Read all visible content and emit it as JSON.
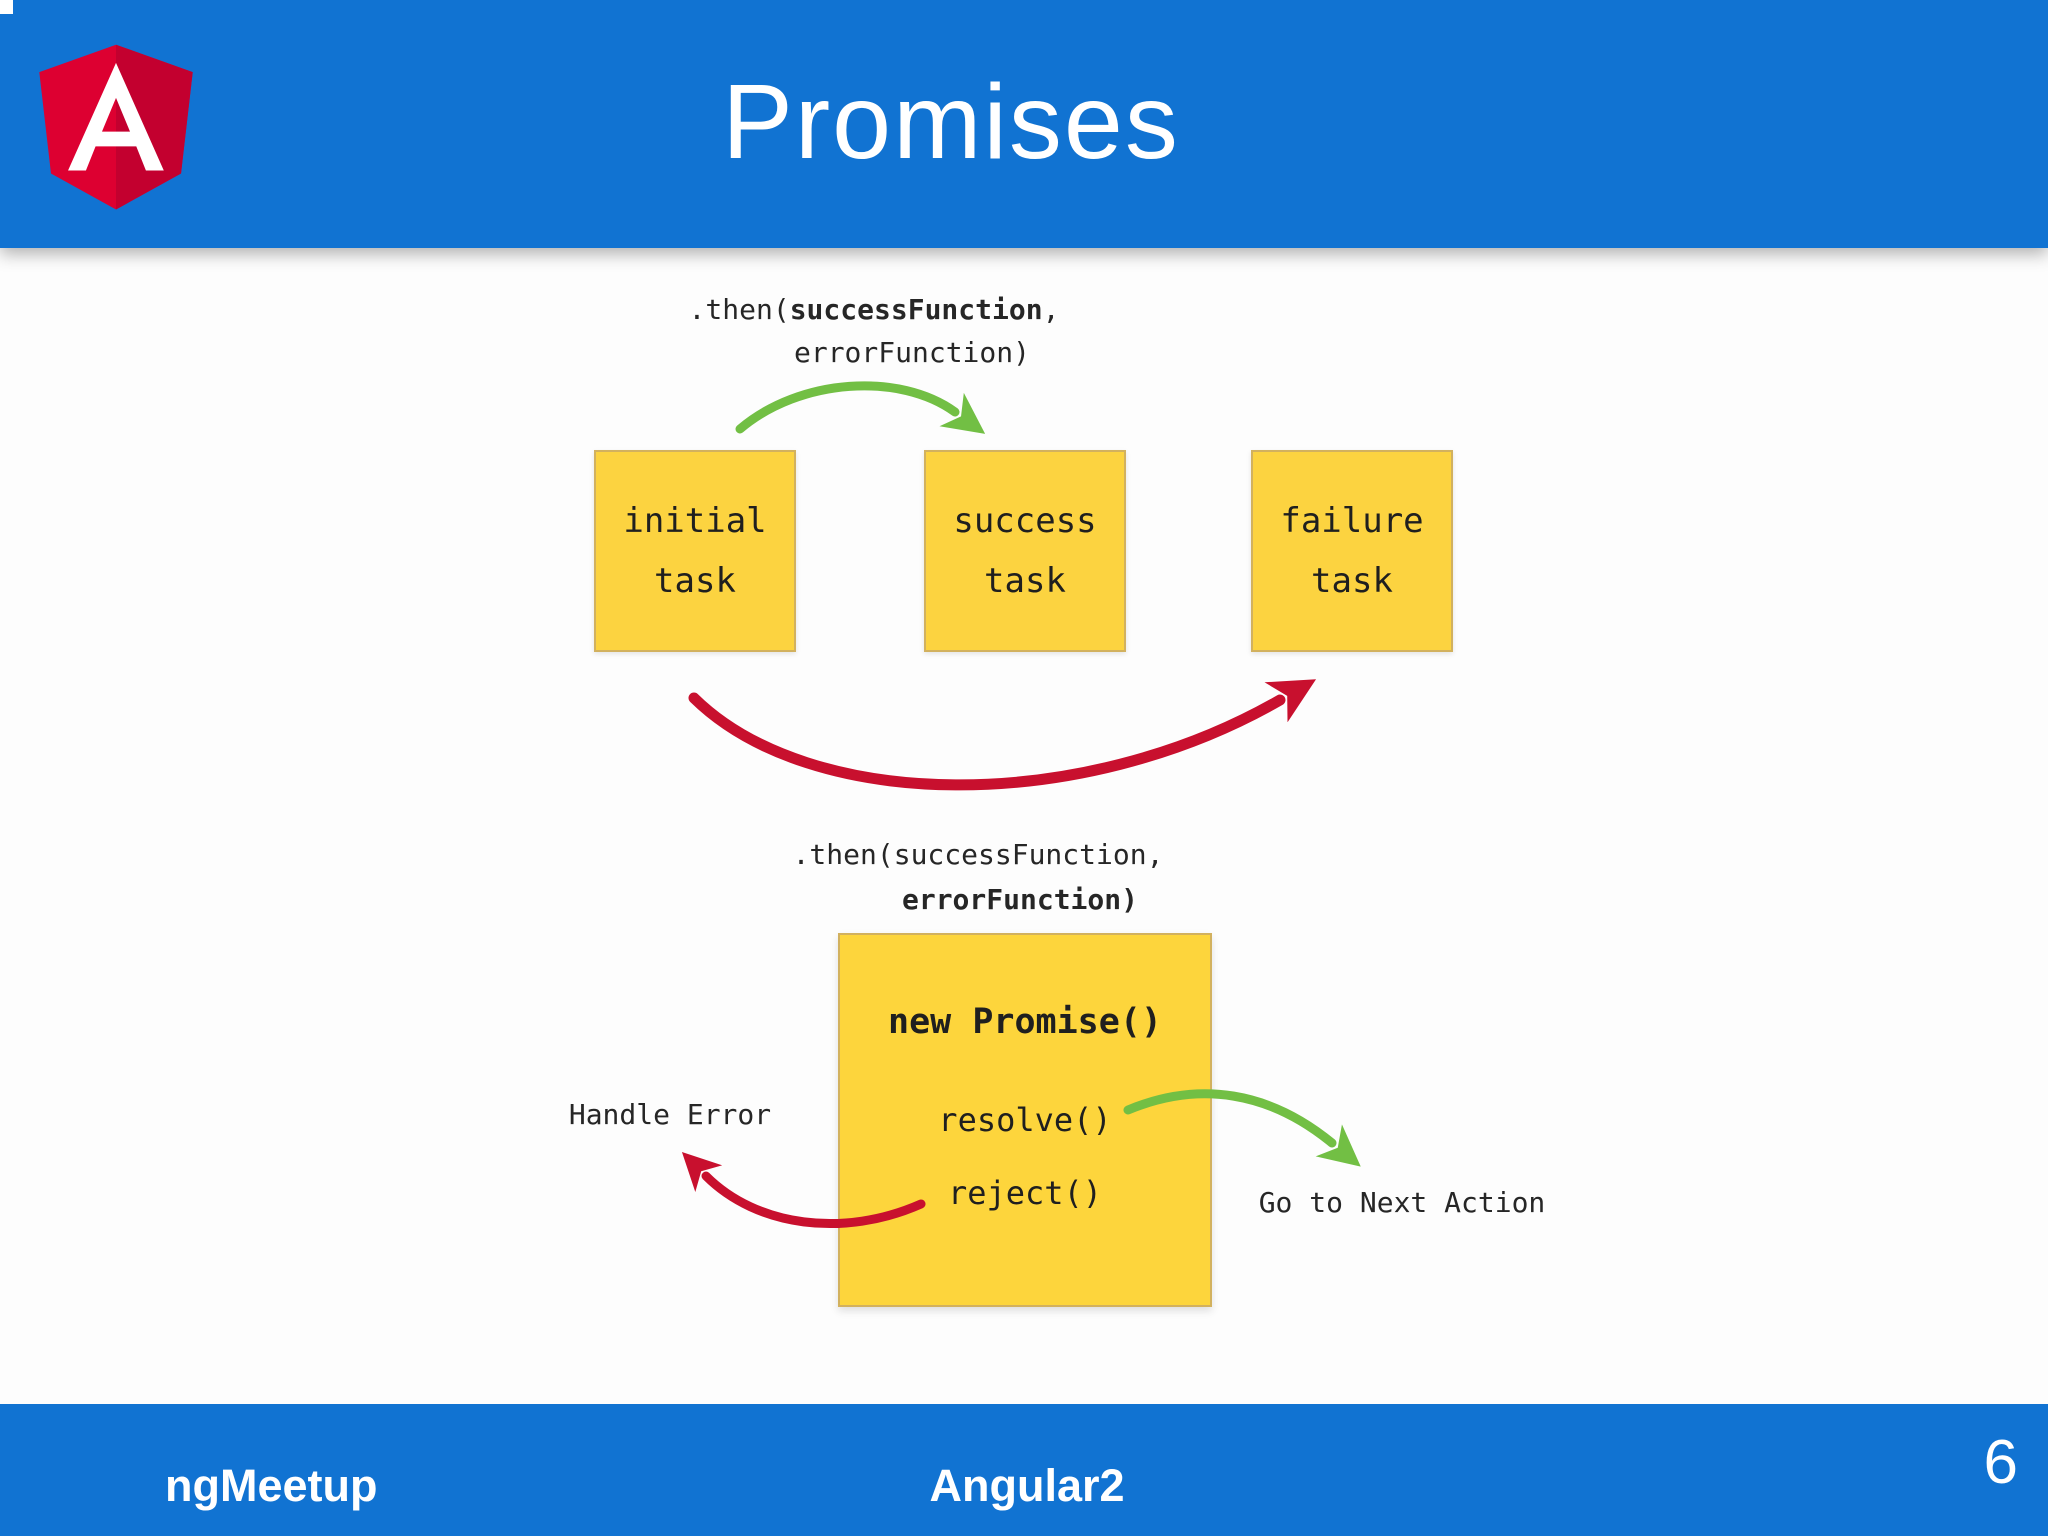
{
  "header": {
    "title": "Promises"
  },
  "diagram": {
    "then_success": {
      "prefix": ".then(",
      "bold": "successFunction",
      "comma": ",",
      "line2": "errorFunction)"
    },
    "then_error": {
      "line1": ".then(successFunction,",
      "line2_bold": "errorFunction)"
    },
    "boxes": [
      {
        "line1": "initial",
        "line2": "task"
      },
      {
        "line1": "success",
        "line2": "task"
      },
      {
        "line1": "failure",
        "line2": "task"
      }
    ],
    "promise_box": {
      "title": "new Promise()",
      "resolve": "resolve()",
      "reject": "reject()"
    },
    "labels": {
      "handle_error": "Handle Error",
      "go_to_next": "Go to Next Action"
    }
  },
  "footer": {
    "left": "ngMeetup",
    "center": "Angular2",
    "page_number": "6"
  },
  "colors": {
    "header_blue": "#1173d2",
    "box_yellow": "#fcd340",
    "arrow_green": "#72bf44",
    "arrow_red": "#c8102e"
  }
}
